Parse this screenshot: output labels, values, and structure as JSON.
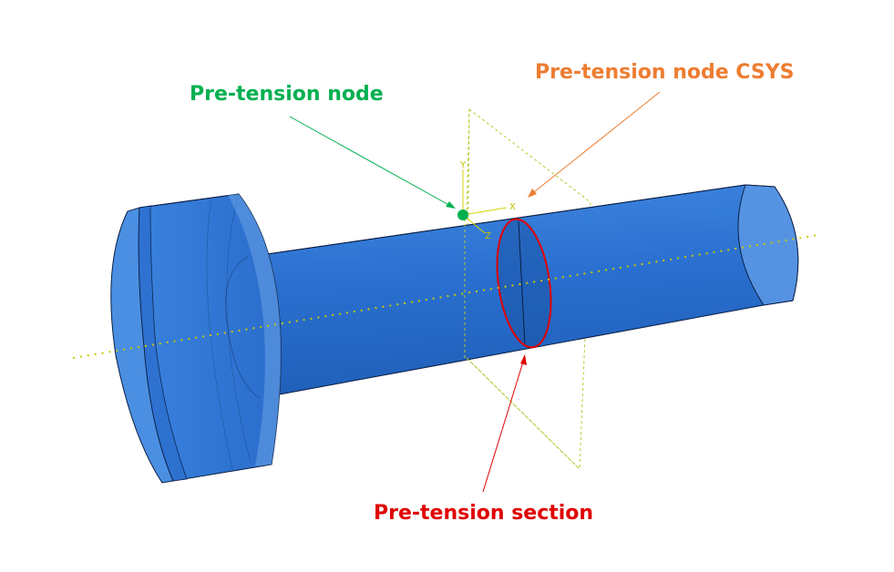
{
  "labels": {
    "pretension_node": "Pre-tension node",
    "pretension_node_csys": "Pre-tension node CSYS",
    "pretension_section": "Pre-tension section"
  },
  "csys_axes": {
    "x": "X",
    "y": "Y",
    "z": "Z"
  },
  "colors": {
    "node_label": "#00b050",
    "csys_label": "#ed7d31",
    "section_label": "#e00000",
    "bolt_fill": "#2e75d6",
    "bolt_edge": "#0a1f44",
    "axis_line": "#c8c800",
    "plane_line": "#b5c830"
  }
}
